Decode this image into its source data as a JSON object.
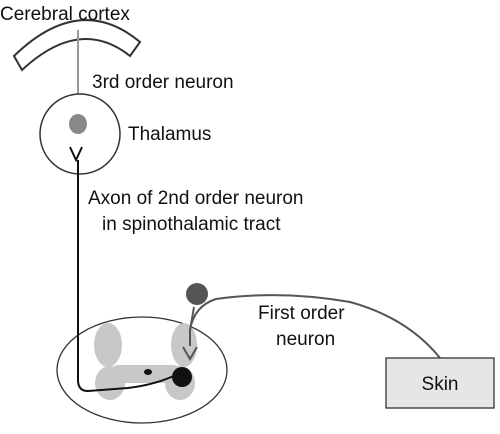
{
  "labels": {
    "cortex": "Cerebral cortex",
    "third_order": "3rd order neuron",
    "thalamus": "Thalamus",
    "axon_line1": "Axon of 2nd order neuron",
    "axon_line2": "in spinothalamic tract",
    "first_order_line1": "First order",
    "first_order_line2": "neuron",
    "skin": "Skin"
  },
  "colors": {
    "stroke": "#333333",
    "gray_matter": "#c8c8c8",
    "neuron_dark": "#555555",
    "cell_body_black": "#111111",
    "thalamic_cell": "#888888",
    "skin_box": "#e6e6e6",
    "cortex_fill": "#ffffff",
    "third_order_stroke": "#999999"
  }
}
